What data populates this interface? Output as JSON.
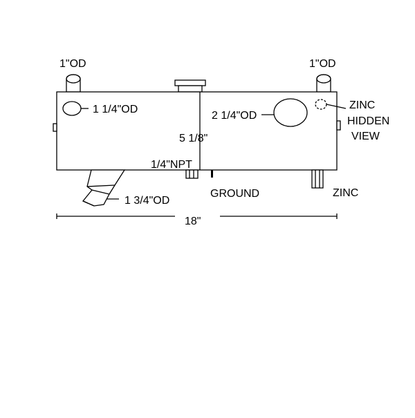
{
  "labels": {
    "top_left_od": "1\"OD",
    "top_right_od": "1\"OD",
    "left_port_od": "1 1/4\"OD",
    "right_port_od": "2 1/4\"OD",
    "height_dim": "5 1/8\"",
    "npt": "1/4\"NPT",
    "ground": "GROUND",
    "outlet_od": "1 3/4\"OD",
    "width_dim": "18\"",
    "zinc_hidden_1": "ZINC",
    "zinc_hidden_2": "HIDDEN",
    "zinc_hidden_3": "VIEW",
    "zinc_bottom": "ZINC"
  }
}
